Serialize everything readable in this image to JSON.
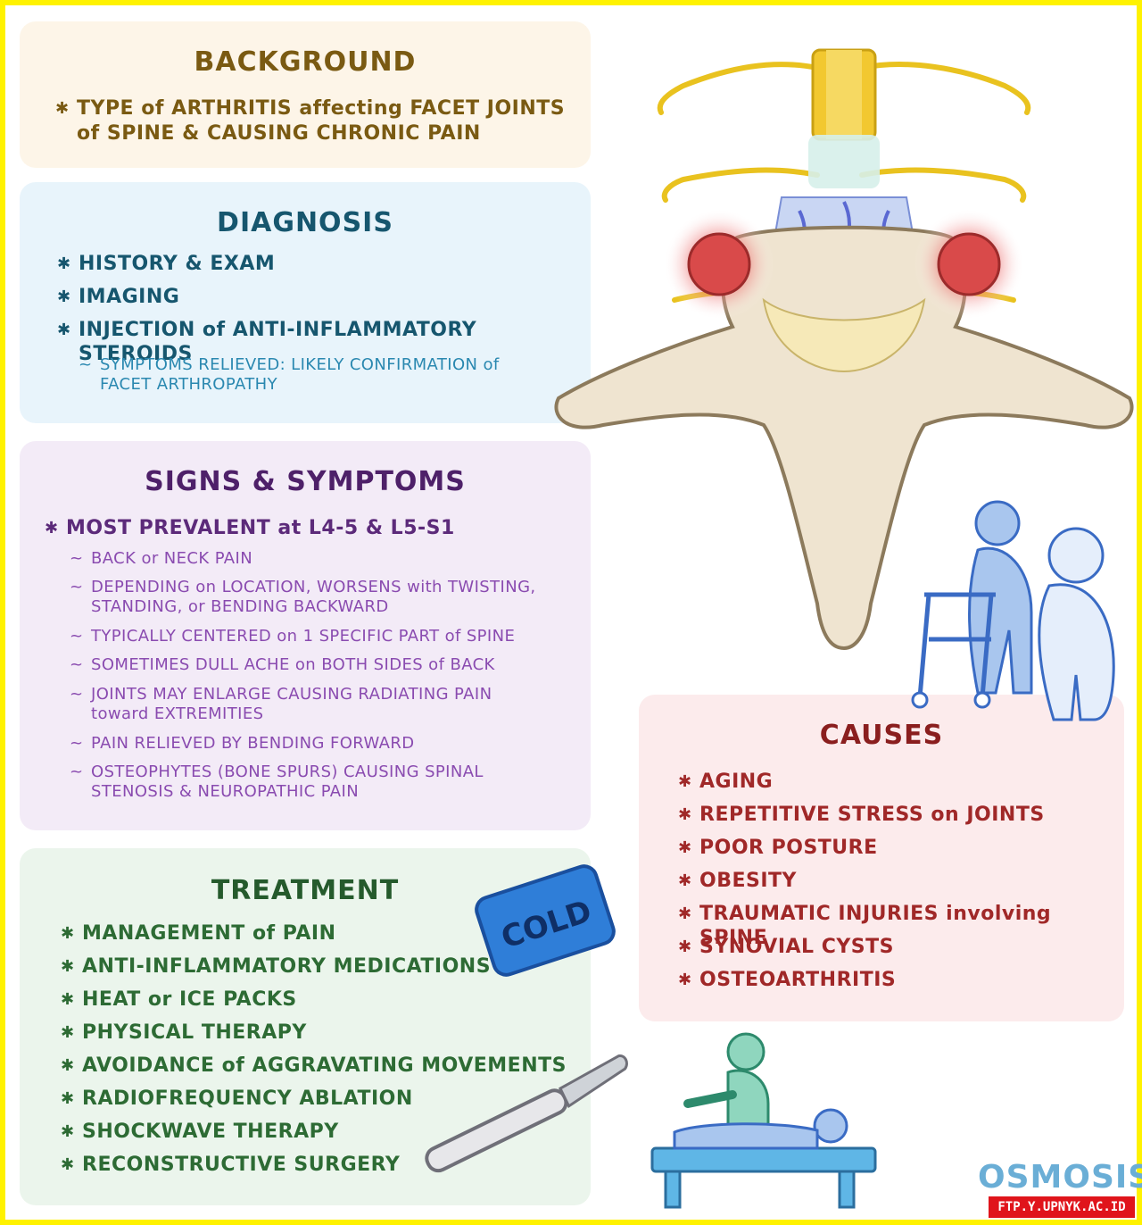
{
  "background": {
    "title": "BACKGROUND",
    "items": [
      "TYPE of ARTHRITIS affecting FACET JOINTS",
      "of SPINE & CAUSING CHRONIC PAIN"
    ]
  },
  "diagnosis": {
    "title": "DIAGNOSIS",
    "items": [
      "HISTORY & EXAM",
      "IMAGING",
      "INJECTION of ANTI-INFLAMMATORY STEROIDS"
    ],
    "sub": [
      "SYMPTOMS RELIEVED: LIKELY CONFIRMATION of",
      "FACET ARTHROPATHY"
    ]
  },
  "signs": {
    "title": "SIGNS & SYMPTOMS",
    "main": "MOST PREVALENT at L4-5 & L5-S1",
    "subs": [
      "BACK or NECK PAIN",
      "DEPENDING on LOCATION, WORSENS with TWISTING,",
      "STANDING, or BENDING BACKWARD",
      "TYPICALLY CENTERED on 1 SPECIFIC PART of SPINE",
      "SOMETIMES DULL ACHE on BOTH SIDES of BACK",
      "JOINTS MAY ENLARGE CAUSING RADIATING PAIN",
      "toward EXTREMITIES",
      "PAIN RELIEVED BY BENDING FORWARD",
      "OSTEOPHYTES (BONE SPURS) CAUSING SPINAL",
      "STENOSIS & NEUROPATHIC PAIN"
    ]
  },
  "treatment": {
    "title": "TREATMENT",
    "items": [
      "MANAGEMENT of PAIN",
      "ANTI-INFLAMMATORY MEDICATIONS",
      "HEAT or ICE PACKS",
      "PHYSICAL THERAPY",
      "AVOIDANCE of AGGRAVATING MOVEMENTS",
      "RADIOFREQUENCY ABLATION",
      "SHOCKWAVE THERAPY",
      "RECONSTRUCTIVE SURGERY"
    ],
    "cold_pack_label": "COLD"
  },
  "causes": {
    "title": "CAUSES",
    "items": [
      "AGING",
      "REPETITIVE STRESS on JOINTS",
      "POOR POSTURE",
      "OBESITY",
      "TRAUMATIC INJURIES involving SPINE",
      "SYNOVIAL CYSTS",
      "OSTEOARTHRITIS"
    ]
  },
  "branding": {
    "logo": "OSMOSIS",
    "watermark": "FTP.Y.UPNYK.AC.ID"
  },
  "colors": {
    "background_panel": "#fdf5e8",
    "diagnosis_panel": "#e8f4fb",
    "signs_panel": "#f3ebf7",
    "treatment_panel": "#ebf5ec",
    "causes_panel": "#fcebec",
    "frame": "#fff200",
    "bone": "#efe4d0",
    "nerve": "#f2c830",
    "inflamed_joint": "#d94a4a"
  }
}
